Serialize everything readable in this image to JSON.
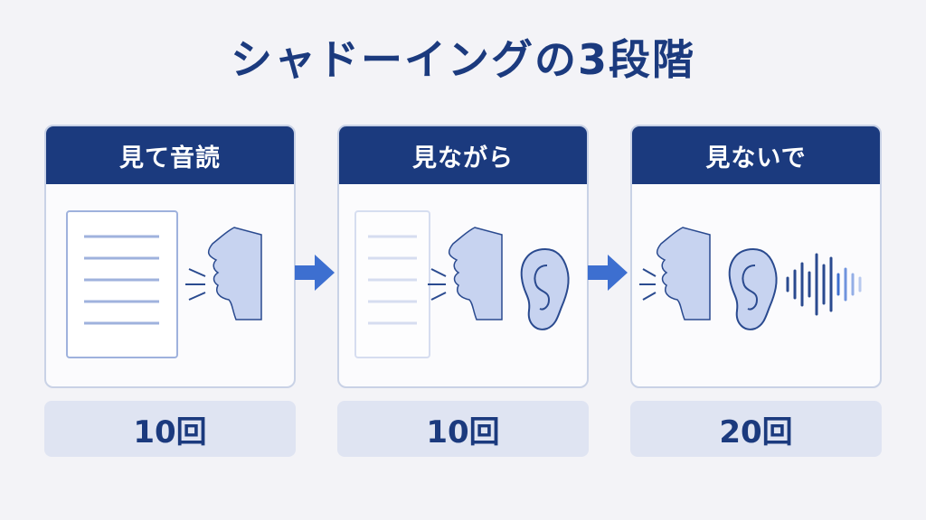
{
  "title": "シャドーイングの3段階",
  "stages": [
    {
      "label": "見て音読",
      "count": "10回",
      "icons": [
        "document-icon",
        "speaking-face-icon"
      ]
    },
    {
      "label": "見ながら",
      "count": "10回",
      "icons": [
        "document-icon",
        "speaking-face-icon",
        "ear-icon"
      ]
    },
    {
      "label": "見ないで",
      "count": "20回",
      "icons": [
        "speaking-face-icon",
        "ear-icon",
        "sound-wave-icon"
      ]
    }
  ],
  "colors": {
    "primary": "#1b3a7e",
    "accent_arrow": "#3d6fd0",
    "icon_fill": "#c7d3f0",
    "count_bg": "#dfe4f2",
    "page_bg": "#f3f3f7"
  }
}
